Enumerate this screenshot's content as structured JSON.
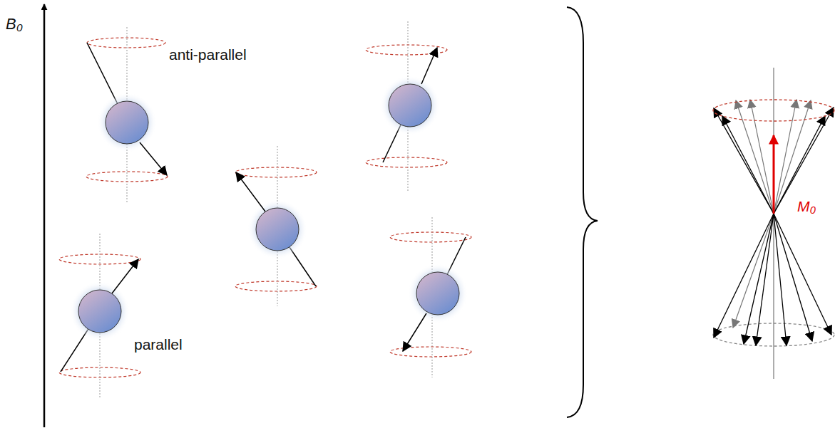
{
  "diagram": {
    "labels": [
      "B₀",
      "anti-parallel",
      "parallel",
      "M₀"
    ]
  }
}
